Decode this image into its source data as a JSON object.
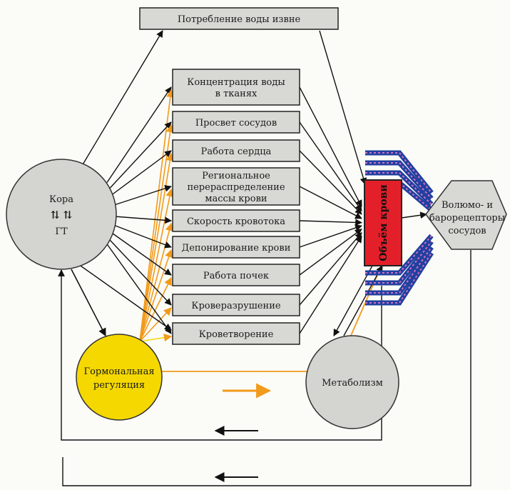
{
  "diagram": {
    "top_box": "Потребление воды извне",
    "factors": [
      [
        "Концентрация воды",
        "в тканях"
      ],
      [
        "Просвет сосудов"
      ],
      [
        "Работа сердца"
      ],
      [
        "Региональное",
        "перераспределение",
        "массы крови"
      ],
      [
        "Скорость кровотока"
      ],
      [
        "Депонирование крови"
      ],
      [
        "Работа почек"
      ],
      [
        "Кроверазрушение"
      ],
      [
        "Кроветворение"
      ]
    ],
    "cortex": {
      "line1": "Кора",
      "line2": "ГТ",
      "arrows": "⇅  ⇅"
    },
    "hormonal": [
      "Гормональная",
      "регуляция"
    ],
    "blood_volume": "Объём крови",
    "receptors": [
      "Волюмо- и",
      "барорецепторы",
      "сосудов"
    ],
    "metabolism": "Метаболизм"
  },
  "colors": {
    "box_fill": "#d8d8d4",
    "circle_fill": "#d4d4d0",
    "hormone_fill": "#f5d800",
    "volume_fill": "#e3202a",
    "orange_arrow": "#f29a1a",
    "yellow_arrow": "#f5d800",
    "blue_band": "#2040a0",
    "pink_band": "#d070c0"
  }
}
